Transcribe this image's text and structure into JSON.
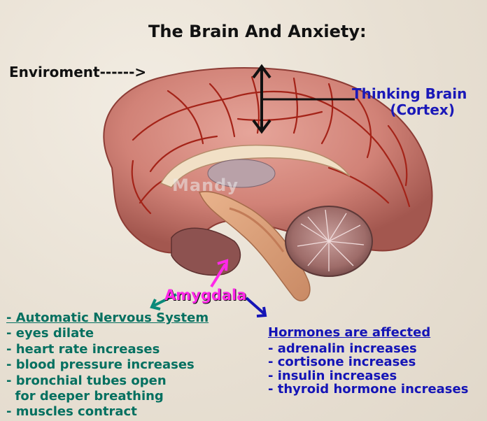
{
  "title": "The Brain And Anxiety:",
  "environment_label": "Enviroment------>",
  "thinking_brain": {
    "line1": "Thinking Brain",
    "line2": "(Cortex)"
  },
  "watermark": "Mandy",
  "amygdala_label": "Amygdala",
  "autonomic": {
    "heading": "- Automatic Nervous System",
    "items": [
      "- eyes dilate",
      "- heart rate increases",
      "- blood pressure increases",
      "- bronchial tubes open",
      "  for deeper breathing",
      "- muscles contract"
    ]
  },
  "hormones": {
    "heading": "Hormones are affected",
    "items": [
      "- adrenalin increases",
      "- cortisone increases",
      "- insulin increases",
      "- thyroid hormone increases"
    ]
  },
  "colors": {
    "cortex_pink": "#d9837a",
    "vessel_red": "#a42318",
    "thinking_blue": "#1a18b8",
    "amygdala_magenta": "#ff28e9",
    "ans_teal": "#057060",
    "hormone_blue": "#1414b6"
  }
}
